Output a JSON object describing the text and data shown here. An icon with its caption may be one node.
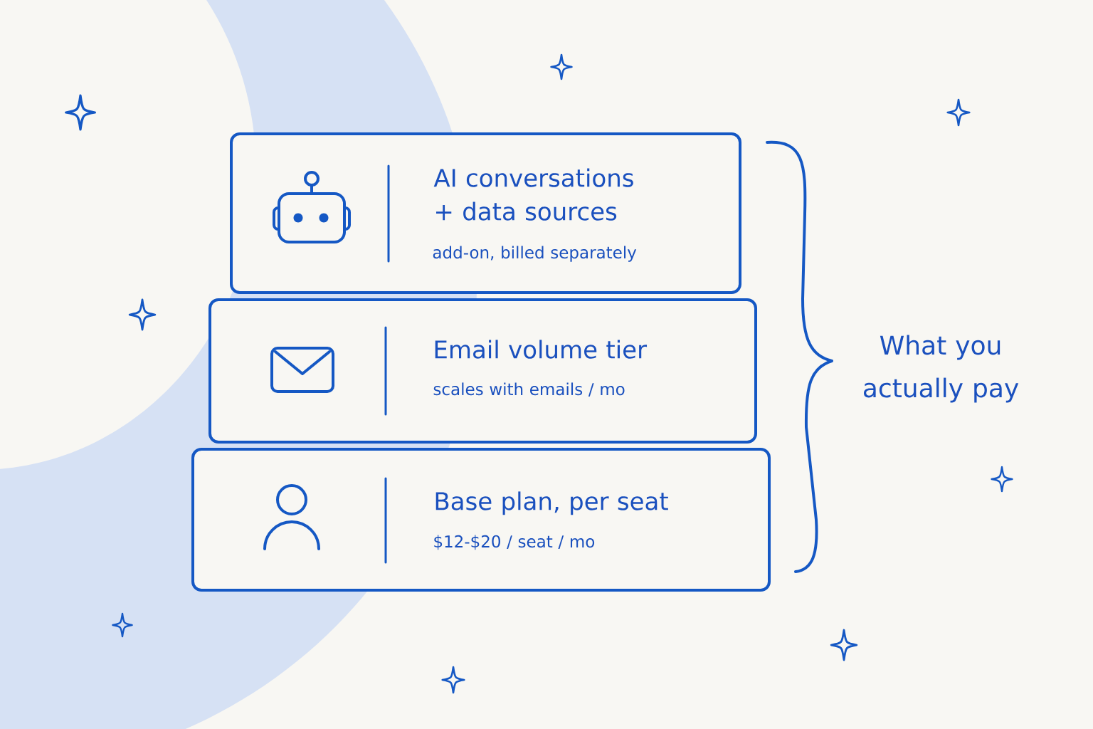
{
  "diagram": {
    "nodes": [
      {
        "text": [
          "AI conversations + data sources",
          "add-on, billed separately"
        ]
      },
      {
        "text": [
          "Email volume tier",
          "scales with emails / mo"
        ]
      },
      {
        "text": [
          "Base plan, per seat",
          "$12-$20 / seat / mo"
        ]
      }
    ],
    "labels": [
      "What you actually pay"
    ]
  }
}
